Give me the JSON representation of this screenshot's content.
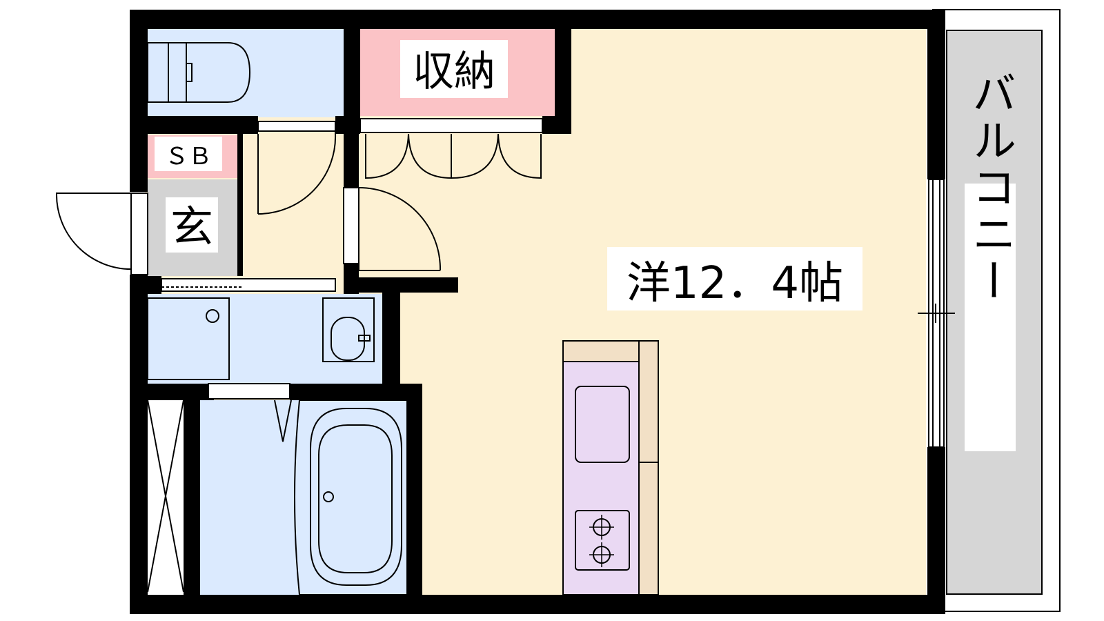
{
  "floorplan": {
    "rooms": {
      "storage": "収納",
      "shoe_box": "ＳＢ",
      "entrance": "玄",
      "western_room": "洋12．4帖",
      "balcony": "バルコニー"
    },
    "colors": {
      "wet_area": "#dbeafe",
      "storage": "#fbc3c6",
      "living": "#fdf1d3",
      "entrance": "#d3d3d3",
      "balcony": "#d6d6d6",
      "kitchen": "#ead9f3",
      "counter": "#f2e0c6",
      "wall": "#000000"
    }
  }
}
